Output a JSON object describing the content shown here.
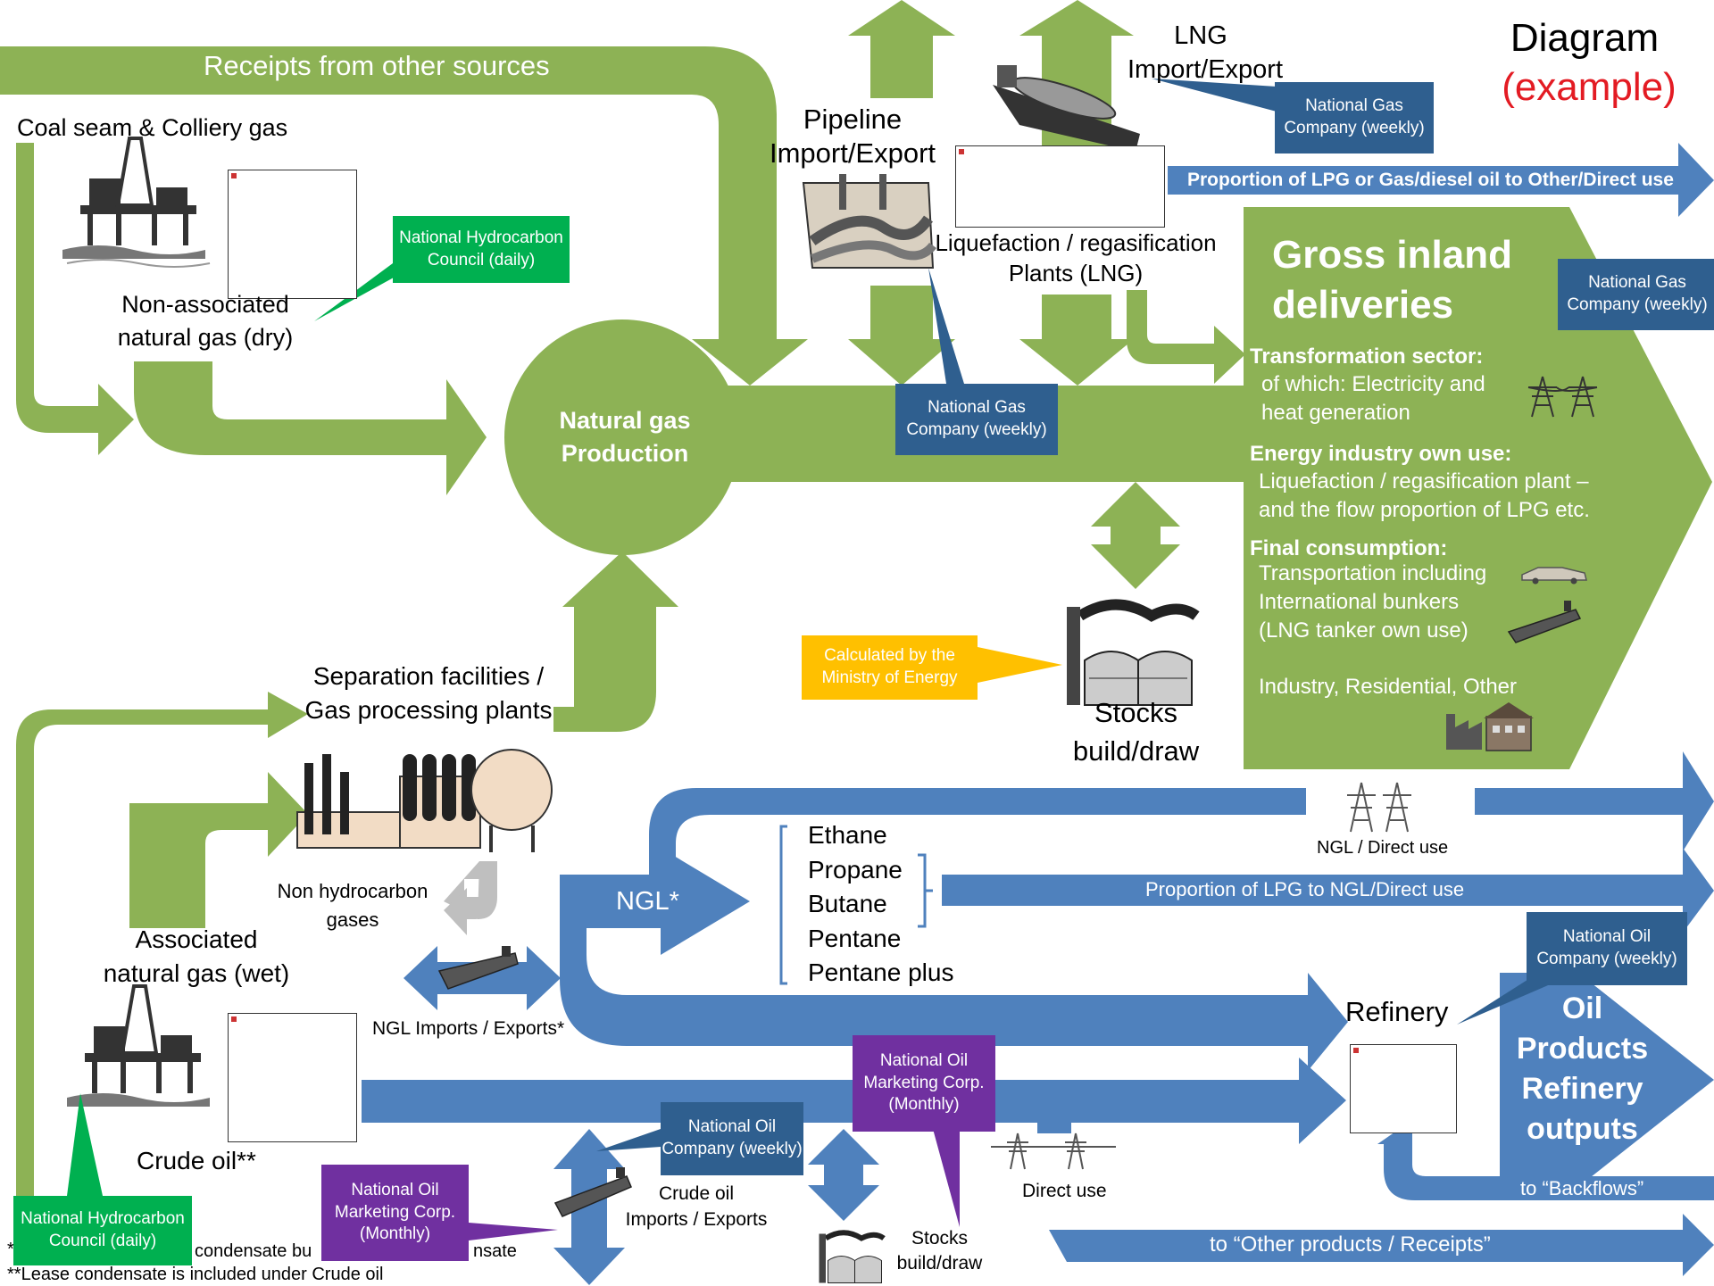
{
  "title": {
    "line1": "Diagram",
    "line2": "(example)",
    "color_line2": "#e31b23"
  },
  "colors": {
    "green": "#8db255",
    "blue": "#4f81bd",
    "dark_blue": "#2f5f8f",
    "callout_green": "#00b050",
    "callout_yellow": "#ffc000",
    "callout_purple": "#7030a0",
    "grey": "#bfbfbf"
  },
  "labels": {
    "receipts": "Receipts from other sources",
    "coal_seam": "Coal seam & Colliery gas",
    "non_assoc_1": "Non-associated",
    "non_assoc_2": "natural gas (dry)",
    "pipeline_1": "Pipeline",
    "pipeline_2": "Import/Export",
    "lng_1": "LNG",
    "lng_2": "Import/Export",
    "liquefaction_1": "Liquefaction / regasification",
    "liquefaction_2": "Plants (LNG)",
    "production_1": "Natural gas",
    "production_2": "Production",
    "prop_lpg_other": "Proportion of LPG or Gas/diesel oil to Other/Direct use",
    "stocks_1": "Stocks",
    "stocks_2": "build/draw",
    "separation_1": "Separation facilities /",
    "separation_2": "Gas processing plants",
    "non_hc_1": "Non hydrocarbon",
    "non_hc_2": "gases",
    "assoc_1": "Associated",
    "assoc_2": "natural gas (wet)",
    "ngl": "NGL*",
    "ngl_imports": "NGL Imports / Exports*",
    "ngl_direct": "NGL / Direct use",
    "prop_lpg_ngl": "Proportion of LPG to NGL/Direct use",
    "crude": "Crude oil**",
    "crude_io_1": "Crude oil",
    "crude_io_2": "Imports / Exports",
    "stocks_small_1": "Stocks",
    "stocks_small_2": "build/draw",
    "direct_use": "Direct use",
    "refinery": "Refinery",
    "backflows": "to “Backflows”",
    "other_products": "to “Other products / Receipts”",
    "footnote1_a": "*",
    "footnote1_b": "condensate bu",
    "footnote1_c": "nsate",
    "footnote2": "**Lease condensate is included under Crude oil"
  },
  "ngl_components": [
    "Ethane",
    "Propane",
    "Butane",
    "Pentane",
    "Pentane plus"
  ],
  "gross": {
    "title_1": "Gross inland",
    "title_2": "deliveries",
    "transformation": "Transformation sector:",
    "electricity_1": "of which: Electricity and",
    "electricity_2": "heat generation",
    "own_use": "Energy industry own use:",
    "own_use_1": "Liquefaction / regasification plant –",
    "own_use_2": "and the flow proportion of LPG etc.",
    "final": "Final consumption:",
    "transport_1": "Transportation including",
    "transport_2": "International bunkers",
    "transport_3": "(LNG tanker own use)",
    "industry": "Industry, Residential, Other"
  },
  "oil_products": [
    "Oil",
    "Products",
    "Refinery",
    "outputs"
  ],
  "callouts": {
    "nhc_top": "National Hydrocarbon Council (daily)",
    "ngc_lng": "National Gas Company (weekly)",
    "ngc_pipeline": "National Gas Company (weekly)",
    "ngc_gross": "National Gas Company (weekly)",
    "ministry": "Calculated by the Ministry of Energy",
    "noc_refinery": "National Oil Company (weekly)",
    "nomc_stocks": "National Oil Marketing Corp. (Monthly)",
    "noc_crude": "National Oil Company (weekly)",
    "nomc_crude": "National Oil Marketing Corp. (Monthly)",
    "nhc_bottom": "National Hydrocarbon Council (daily)"
  }
}
